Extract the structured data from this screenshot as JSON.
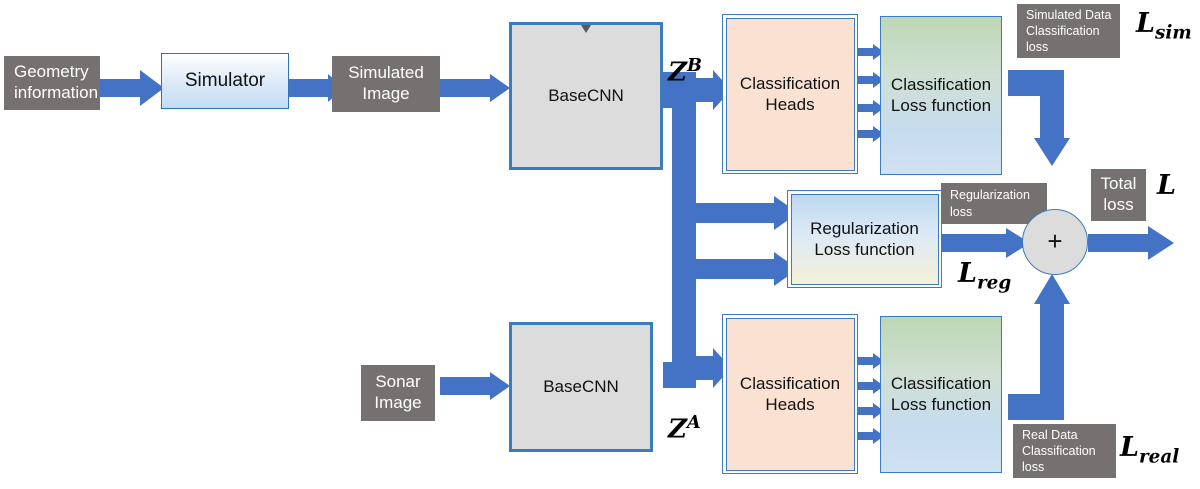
{
  "diagram": {
    "title": "Sim-to-real sonar classification training pipeline",
    "colors": {
      "arrow_blue": "#4472c4",
      "box_border_blue": "#3a7cbf",
      "grey_block": "#767171",
      "heads_fill": "#fae1d2",
      "basecnn_fill": "#dcdcdc"
    },
    "nodes": {
      "geometry_information": "Geometry\ninformation",
      "simulator": "Simulator",
      "simulated_image": "Simulated\nImage",
      "basecnn_top": "BaseCNN",
      "classification_heads_top": "Classification\nHeads",
      "classification_loss_top": "Classification\nLoss function",
      "regularization_loss": "Regularization\nLoss function",
      "sonar_image": "Sonar\nImage",
      "basecnn_bottom": "BaseCNN",
      "classification_heads_bottom": "Classification\nHeads",
      "classification_loss_bottom": "Classification\nLoss function",
      "sum_operator": "+"
    },
    "annotations": {
      "simulated_data_classification_loss": "Simulated Data\nClassification\n loss",
      "regularization_loss_note": "Regularization\nloss",
      "total_loss": "Total\nloss",
      "real_data_classification_loss": "Real Data\nClassification\n loss"
    },
    "math_labels": {
      "z_b": "Z",
      "z_b_sup": "B",
      "z_a": "Z",
      "z_a_sup": "A",
      "l_sim": "L",
      "l_sim_sub": "sim",
      "l_reg": "L",
      "l_reg_sub": "reg",
      "l_real": "L",
      "l_real_sub": "real",
      "l_total": "L"
    }
  }
}
